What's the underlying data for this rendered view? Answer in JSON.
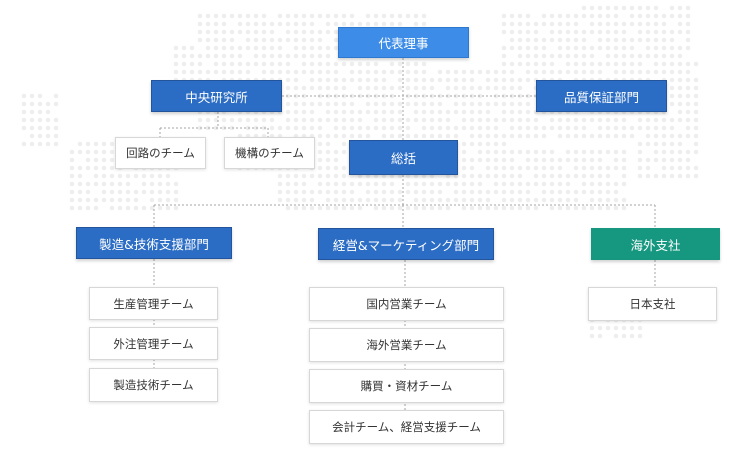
{
  "org": {
    "top": "代表理事",
    "research": "中央研究所",
    "qa": "品質保証部門",
    "circuit_team": "回路のチーム",
    "mechanism_team": "機構のチーム",
    "general": "総括",
    "manufacturing_dept": "製造&技術支援部門",
    "marketing_dept": "経営&マーケティング部門",
    "overseas_dept": "海外支社",
    "mfg_teams": [
      "生産管理チーム",
      "外注管理チーム",
      "製造技術チーム"
    ],
    "mkt_teams": [
      "国内営業チーム",
      "海外営業チーム",
      "購買・資材チーム",
      "会計チーム、経営支援チーム"
    ],
    "overseas_teams": [
      "日本支社"
    ]
  },
  "colors": {
    "dark_blue": "#2b6cc4",
    "light_blue": "#3d8de8",
    "green": "#16977f",
    "connector": "#a6a6a6",
    "map_dots": "#eeeeee"
  }
}
